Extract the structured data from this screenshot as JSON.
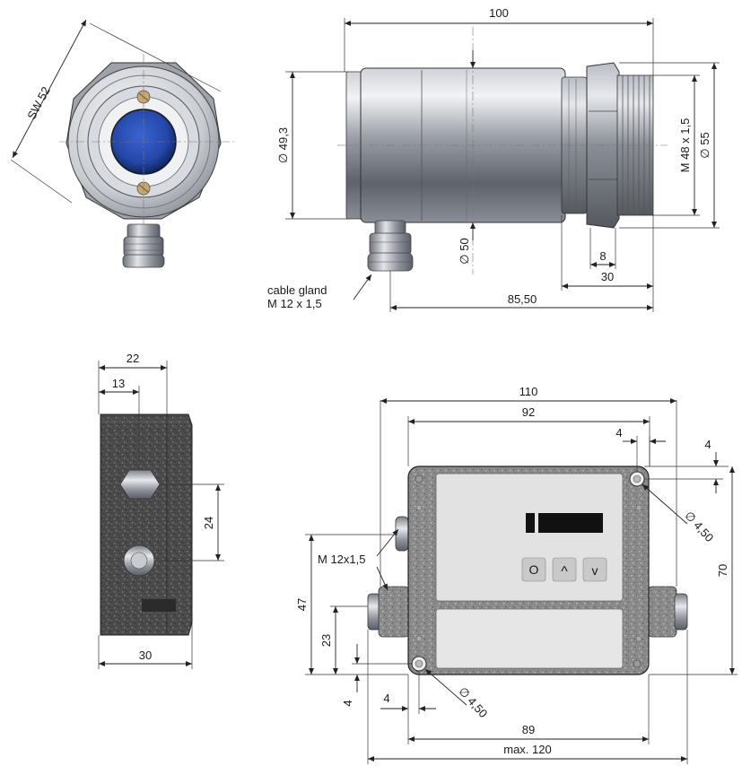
{
  "sensor_head": {
    "wrench_size": "SW 52",
    "length": "100",
    "diameter_front": "∅ 49,3",
    "diameter_body": "∅ 50",
    "thread": "M 48 x 1,5",
    "diameter_nut": "∅ 55",
    "nut_width": "8",
    "thread_length": "30",
    "gland_offset": "85,50",
    "cable_gland_label": "cable gland",
    "cable_gland_thread": "M 12 x 1,5"
  },
  "electronics_side": {
    "width_top": "22",
    "width_inner": "13",
    "height_hole": "24",
    "width_bottom": "30"
  },
  "electronics_front": {
    "width_total": "110",
    "width_holes": "92",
    "hole_offset_x": "4",
    "hole_offset_y": "4",
    "hole_diameter_top": "∅ 4,50",
    "gland_thread": "M 12x1,5",
    "height_gland": "47",
    "height_gland_center": "23",
    "hole_offset_y_bottom": "4",
    "hole_offset_x_bottom": "4",
    "hole_diameter_bottom": "∅ 4,50",
    "height_total": "70",
    "width_base": "89",
    "width_max": "max. 120",
    "buttons": [
      "O",
      "^",
      "v"
    ]
  },
  "colors": {
    "metal_light": "#e4e6ea",
    "metal_dark": "#6e727a",
    "lens_blue": "#2448a8",
    "housing_dark": "#3d3d3d",
    "display_black": "#111111",
    "panel_grey": "#e0e0e0"
  }
}
